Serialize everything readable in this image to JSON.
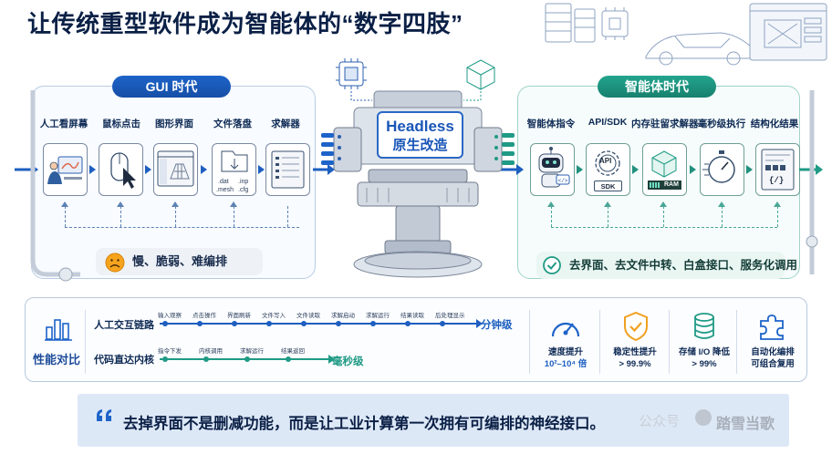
{
  "title": "让传统重型软件成为智能体的“数字四肢”",
  "gui_panel": {
    "title": "GUI 时代",
    "steps": [
      "人工看屏幕",
      "鼠标点击",
      "图形界面",
      "文件落盘",
      "求解器"
    ],
    "file_labels": [
      ".dat",
      ".inp",
      ".mesh",
      ".cfg"
    ],
    "footer": "慢、脆弱、难编排"
  },
  "center": {
    "title_en": "Headless",
    "title_cn": "原生改造"
  },
  "agent_panel": {
    "title": "智能体时代",
    "steps": [
      "智能体指令",
      "API/SDK",
      "内存驻留求解器",
      "毫秒级执行",
      "结构化结果"
    ],
    "api_label": "API",
    "sdk_label": "SDK",
    "ram_label": "RAM",
    "code_label": "{/}",
    "footer": "去界面、去文件中转、白盒接口、服务化调用"
  },
  "comparison": {
    "title": "性能对比",
    "rows": [
      {
        "label": "人工交互链路",
        "points": [
          "输入观察",
          "点击操作",
          "界面刷新",
          "文件写入",
          "文件读取",
          "求解启动",
          "求解运行",
          "结果读取",
          "后处理显示"
        ],
        "result": "分钟级"
      },
      {
        "label": "代码直达内核",
        "points": [
          "指令下发",
          "内核调用",
          "求解运行",
          "结果返回"
        ],
        "result": "毫秒级"
      }
    ],
    "metrics": [
      {
        "label": "速度提升",
        "value": "10²–10⁴ 倍",
        "icon": "speedometer-icon"
      },
      {
        "label": "稳定性提升",
        "value": "> 99.9%",
        "icon": "shield-check-icon"
      },
      {
        "label": "存储 I/O 降低",
        "value": "> 99%",
        "icon": "database-icon"
      },
      {
        "label": "自动化编排",
        "value": "可组合复用",
        "icon": "puzzle-icon"
      }
    ]
  },
  "quote": {
    "text": "去掉界面不是删减功能，而是让工业计算第一次拥有可编排的神经接口。",
    "watermark_1": "公众号",
    "watermark_2": "踏雪当歌"
  },
  "colors": {
    "gui_blue": "#1d63c9",
    "agent_green": "#1f9a85",
    "navy": "#0b2046",
    "orange": "#f0a020"
  }
}
